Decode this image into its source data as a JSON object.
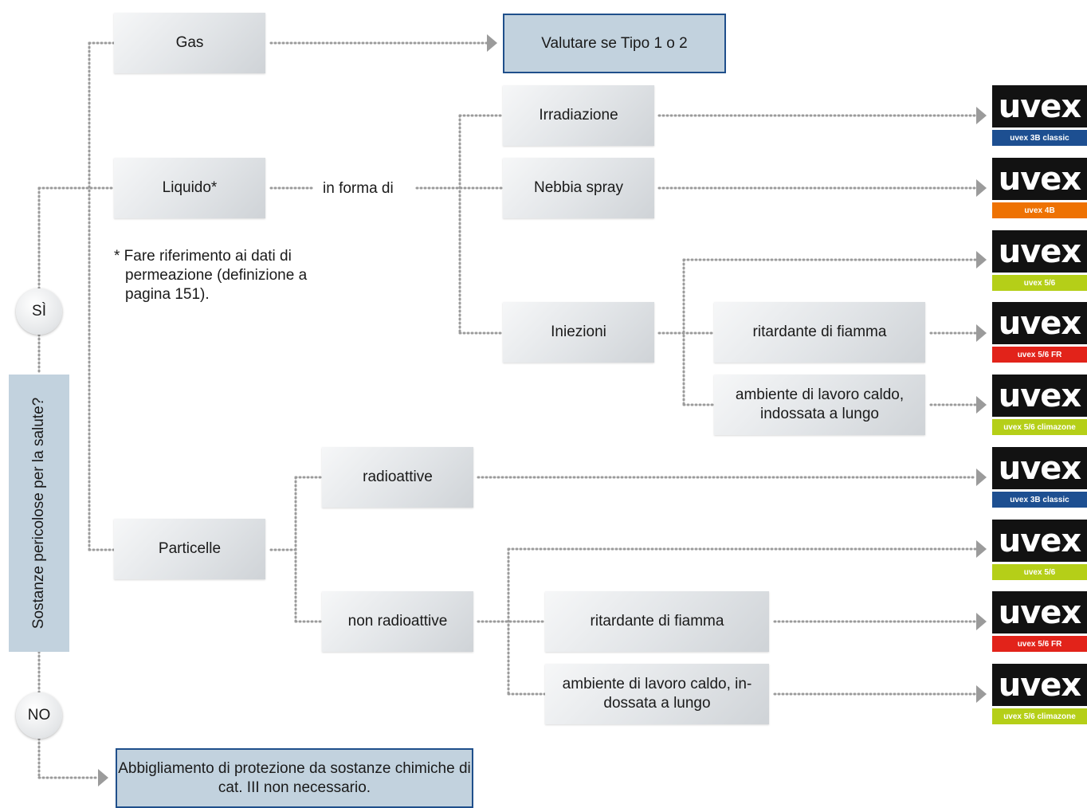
{
  "colors": {
    "connector": "#9b9b9b",
    "result_fill": "#c2d2de",
    "result_border": "#1f4f8b",
    "logo_black": "#121212",
    "tag_blue": "#1d4f91",
    "tag_orange": "#ee7203",
    "tag_green": "#b5cf18",
    "tag_red": "#e2231a"
  },
  "question": "Sostanze pericolose per la salute?",
  "answers": {
    "yes": "SÌ",
    "no": "NO"
  },
  "states": {
    "gas": "Gas",
    "liquid": "Liquido*",
    "particles": "Particelle"
  },
  "gas_result": "Valutare se Tipo 1 o 2",
  "in_form_of": "in forma di",
  "footnote": "* Fare riferimento ai dati di permeazione (definizione a pagina 151).",
  "liquid_forms": {
    "irradiation": "Irradiazione",
    "spray": "Nebbia spray",
    "injections": "Iniezioni"
  },
  "injection_options": {
    "flame": "ritardante di fiamma",
    "hot": "ambiente di lavoro caldo, indossata a lungo"
  },
  "particle_types": {
    "radio": "radioattive",
    "nonradio": "non radioattive"
  },
  "nonradio_options": {
    "flame": "ritardante di fiamma",
    "hot": "ambiente di lavoro caldo, in-dossata a lungo"
  },
  "no_result": "Abbigliamento di protezione da sostanze chimiche di cat. III non necessario.",
  "products": [
    {
      "brand": "uvex",
      "label": "uvex 3B classic",
      "color": "#1d4f91"
    },
    {
      "brand": "uvex",
      "label": "uvex 4B",
      "color": "#ee7203"
    },
    {
      "brand": "uvex",
      "label": "uvex 5/6",
      "color": "#b5cf18"
    },
    {
      "brand": "uvex",
      "label": "uvex 5/6 FR",
      "color": "#e2231a"
    },
    {
      "brand": "uvex",
      "label": "uvex 5/6 climazone",
      "color": "#b5cf18"
    },
    {
      "brand": "uvex",
      "label": "uvex 3B classic",
      "color": "#1d4f91"
    },
    {
      "brand": "uvex",
      "label": "uvex 5/6",
      "color": "#b5cf18"
    },
    {
      "brand": "uvex",
      "label": "uvex 5/6 FR",
      "color": "#e2231a"
    },
    {
      "brand": "uvex",
      "label": "uvex 5/6 climazone",
      "color": "#b5cf18"
    }
  ]
}
